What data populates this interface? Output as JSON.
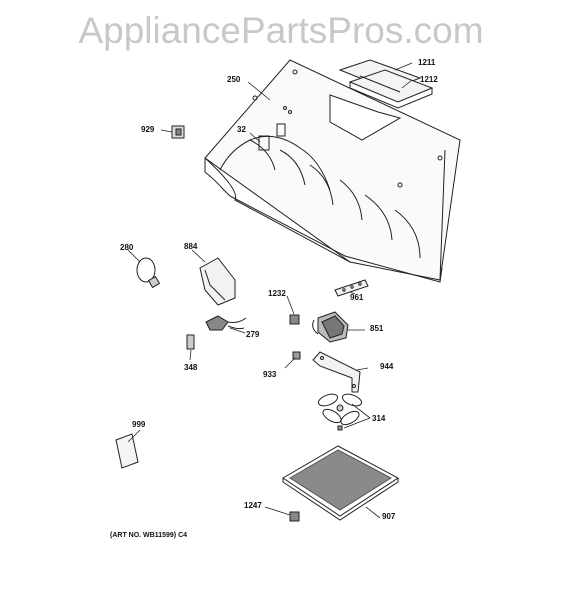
{
  "watermark": "AppliancePartsPros.com",
  "art_number": "(ART NO. WB11599) C4",
  "callouts": {
    "p1211": "1211",
    "p1212": "1212",
    "p250": "250",
    "p929": "929",
    "p32": "32",
    "p280": "280",
    "p884": "884",
    "p1232": "1232",
    "p961": "961",
    "p279": "279",
    "p851": "851",
    "p348": "348",
    "p933": "933",
    "p944": "944",
    "p999": "999",
    "p314": "314",
    "p1247": "1247",
    "p907": "907"
  }
}
